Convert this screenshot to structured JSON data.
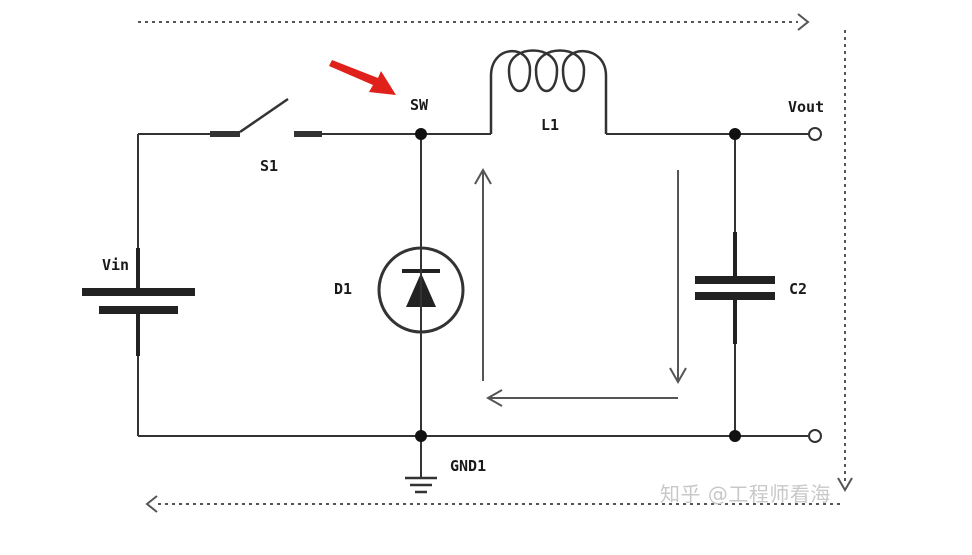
{
  "labels": {
    "sw": "SW",
    "l1": "L1",
    "vout": "Vout",
    "s1": "S1",
    "vin": "Vin",
    "d1": "D1",
    "c2": "C2",
    "gnd1": "GND1"
  },
  "watermark": "知乎 @工程师看海",
  "colors": {
    "wire": "#333333",
    "pointer_arrow": "#e0201b",
    "current_path": "#555555",
    "watermark": "#c8c8c8"
  }
}
